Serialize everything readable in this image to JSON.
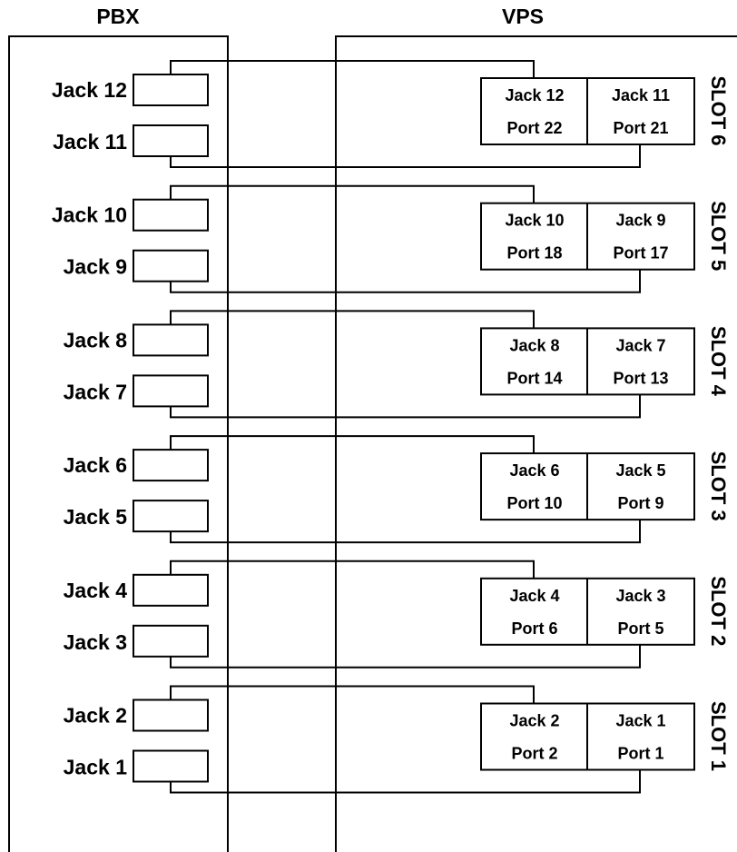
{
  "headers": {
    "pbx": "PBX",
    "vps": "VPS"
  },
  "slots": [
    {
      "label": "SLOT 6",
      "pbx_top": "Jack 12",
      "pbx_bottom": "Jack 11",
      "left_jack": "Jack 12",
      "right_jack": "Jack 11",
      "left_port": "Port 22",
      "right_port": "Port 21"
    },
    {
      "label": "SLOT 5",
      "pbx_top": "Jack 10",
      "pbx_bottom": "Jack 9",
      "left_jack": "Jack 10",
      "right_jack": "Jack 9",
      "left_port": "Port 18",
      "right_port": "Port 17"
    },
    {
      "label": "SLOT 4",
      "pbx_top": "Jack 8",
      "pbx_bottom": "Jack 7",
      "left_jack": "Jack 8",
      "right_jack": "Jack 7",
      "left_port": "Port 14",
      "right_port": "Port 13"
    },
    {
      "label": "SLOT 3",
      "pbx_top": "Jack 6",
      "pbx_bottom": "Jack 5",
      "left_jack": "Jack 6",
      "right_jack": "Jack 5",
      "left_port": "Port 10",
      "right_port": "Port 9"
    },
    {
      "label": "SLOT 2",
      "pbx_top": "Jack 4",
      "pbx_bottom": "Jack 3",
      "left_jack": "Jack 4",
      "right_jack": "Jack 3",
      "left_port": "Port 6",
      "right_port": "Port 5"
    },
    {
      "label": "SLOT 1",
      "pbx_top": "Jack 2",
      "pbx_bottom": "Jack 1",
      "left_jack": "Jack 2",
      "right_jack": "Jack 1",
      "left_port": "Port 2",
      "right_port": "Port 1"
    }
  ]
}
